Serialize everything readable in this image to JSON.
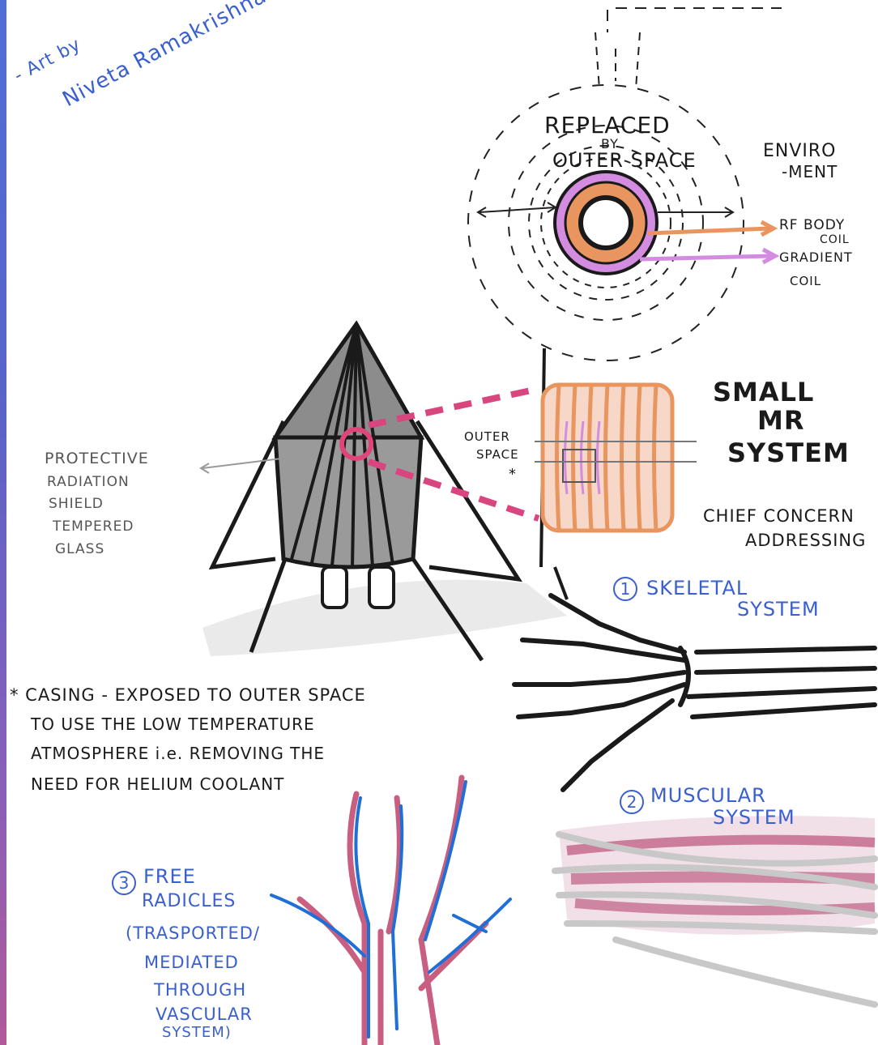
{
  "credit": {
    "line1": "- Art by",
    "line2": "Niveta Ramakrishnan"
  },
  "mri_cross_section": {
    "title_line1": "REPLACED",
    "title_line2": "BY",
    "title_line3": "OUTER SPACE",
    "environment_line1": "ENVIRO",
    "environment_line2": "-MENT",
    "rf_body_coil_line1": "RF BODY",
    "rf_body_coil_line2": "COIL",
    "gradient_coil_line1": "GRADIENT",
    "gradient_coil_line2": "COIL",
    "colors": {
      "rf_coil": "#e8955f",
      "gradient_coil": "#d38ce0"
    }
  },
  "spacecraft": {
    "shield_line1": "PROTECTIVE",
    "shield_line2": "RADIATION",
    "shield_line3": "SHIELD",
    "shield_line4": "TEMPERED",
    "shield_line5": "GLASS",
    "outer_space_line1": "OUTER",
    "outer_space_line2": "SPACE",
    "outer_space_mark": "*"
  },
  "small_mr_system": {
    "line1": "SMALL",
    "line2": "MR",
    "line3": "SYSTEM"
  },
  "chief_concern": {
    "line1": "CHIEF CONCERN",
    "line2": "ADDRESSING"
  },
  "casing_note": {
    "line1": "* CASING - EXPOSED TO OUTER SPACE",
    "line2": "TO USE THE LOW TEMPERATURE",
    "line3": "ATMOSPHERE i.e. REMOVING THE",
    "line4": "NEED FOR HELIUM COOLANT"
  },
  "concerns": [
    {
      "number": "1",
      "line1": "SKELETAL",
      "line2": "SYSTEM"
    },
    {
      "number": "2",
      "line1": "MUSCULAR",
      "line2": "SYSTEM"
    },
    {
      "number": "3",
      "line1": "FREE",
      "line2": "RADICLES",
      "line3": "(TRASPORTED/",
      "line4": "MEDIATED",
      "line5": "THROUGH",
      "line6": "VASCULAR",
      "line7": "SYSTEM)"
    }
  ]
}
